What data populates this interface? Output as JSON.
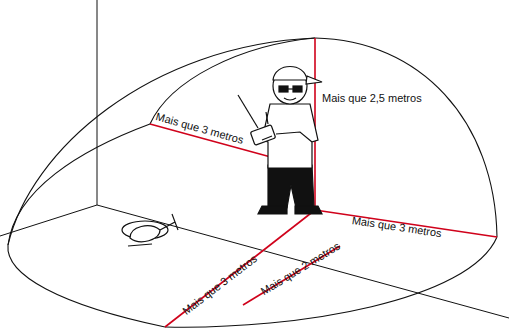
{
  "diagram": {
    "labels": [
      "Mais que 3 metros",
      "Mais que 2,5 metros",
      "Mais que 3 metros",
      "Mais que 3 metros",
      "Mais que 2 metros"
    ]
  }
}
